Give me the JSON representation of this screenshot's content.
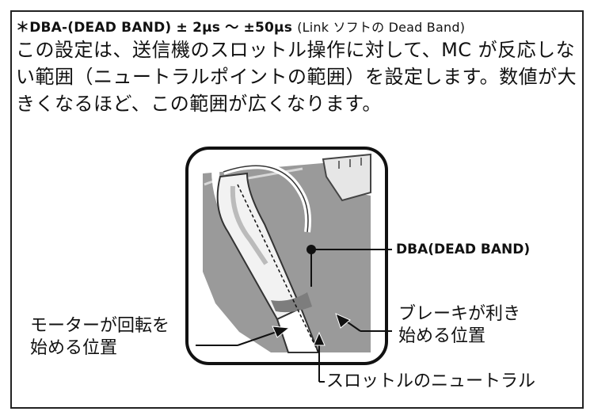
{
  "heading": {
    "title": "＊DBA-(DEAD BAND) ± 2μs 〜 ±50μs",
    "subtitle": "(Link ソフトの Dead Band)"
  },
  "description": "この設定は、送信機のスロットル操作に対して、MC が反応しない範囲（ニュートラルポイントの範囲）を設定します。数値が大きくなるほど、この範囲が広くなります。",
  "diagram": {
    "label_dead_band": "DBA(DEAD BAND)",
    "label_motor_line1": "モーターが回転を",
    "label_motor_line2": "始める位置",
    "label_brake_line1": "ブレーキが利き",
    "label_brake_line2": "始める位置",
    "label_neutral": "スロットルのニュートラル"
  }
}
